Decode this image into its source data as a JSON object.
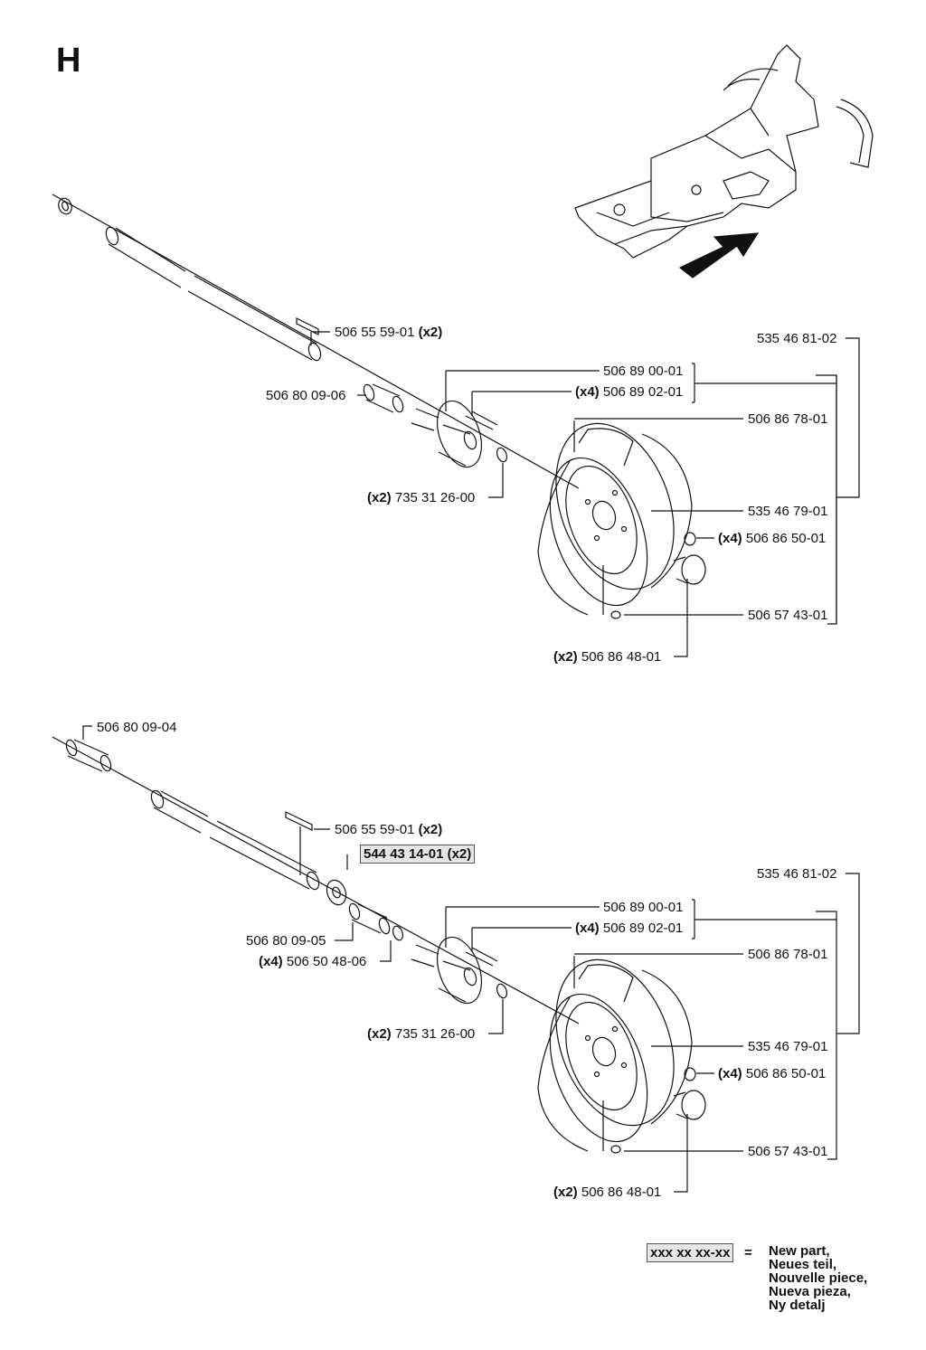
{
  "section_letter": "H",
  "assembly_top": {
    "labels": {
      "spacer_key": {
        "part": "506 55 59-01",
        "qty": "(x2)"
      },
      "bushing": {
        "part": "506 80 09-06"
      },
      "hub": {
        "part": "506 89 00-01"
      },
      "studs": {
        "part": "506 89 02-01",
        "qty": "(x4)"
      },
      "tire": {
        "part": "506 86 78-01"
      },
      "circlip": {
        "part": "735 31 26-00",
        "qty": "(x2)"
      },
      "rim": {
        "part": "535 46 79-01"
      },
      "wheel_nut": {
        "part": "506 86 50-01",
        "qty": "(x4)"
      },
      "valve": {
        "part": "506 57 43-01"
      },
      "hub_cap": {
        "part": "506 86 48-01",
        "qty": "(x2)"
      },
      "wheel_assembly": {
        "part": "535 46 81-02"
      }
    }
  },
  "assembly_bottom": {
    "labels": {
      "bushing_left": {
        "part": "506 80 09-04"
      },
      "spacer_key": {
        "part": "506 55 59-01",
        "qty": "(x2)"
      },
      "new_washer": {
        "part": "544 43 14-01",
        "qty": "(x2)"
      },
      "bushing": {
        "part": "506 80 09-05"
      },
      "washer": {
        "part": "506 50 48-06",
        "qty": "(x4)"
      },
      "hub": {
        "part": "506 89 00-01"
      },
      "studs": {
        "part": "506 89 02-01",
        "qty": "(x4)"
      },
      "tire": {
        "part": "506 86 78-01"
      },
      "circlip": {
        "part": "735 31 26-00",
        "qty": "(x2)"
      },
      "rim": {
        "part": "535 46 79-01"
      },
      "wheel_nut": {
        "part": "506 86 50-01",
        "qty": "(x4)"
      },
      "valve": {
        "part": "506 57 43-01"
      },
      "hub_cap": {
        "part": "506 86 48-01",
        "qty": "(x2)"
      },
      "wheel_assembly": {
        "part": "535 46 81-02"
      }
    }
  },
  "legend": {
    "sample": "xxx xx xx-xx",
    "equals": "=",
    "lines": [
      "New part,",
      "Neues teil,",
      "Nouvelle piece,",
      "Nueva pieza,",
      "Ny detalj"
    ]
  },
  "icons": [
    "frame-thumbnail-icon",
    "direction-arrow-icon",
    "wheel-icon",
    "axle-icon"
  ],
  "colors": {
    "ink": "#111111",
    "new_part_fill": "#e6e6e6"
  }
}
